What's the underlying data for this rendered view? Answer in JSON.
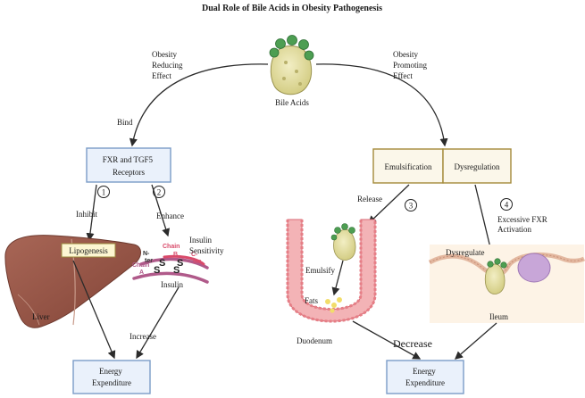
{
  "title": "Dual Role of Bile Acids in Obesity Pathogenesis",
  "bile_acids": "Bile Acids",
  "left_effect": [
    "Obesity",
    "Reducing",
    "Effect"
  ],
  "right_effect": [
    "Obesity",
    "Promoting",
    "Effect"
  ],
  "bind": "Bind",
  "receptors": [
    "FXR and TGF5",
    "Receptors"
  ],
  "step_numbers": [
    "1",
    "2",
    "3",
    "4"
  ],
  "inhibit": "Inhibit",
  "enhance": "Enhance",
  "lipogenesis": "Lipogenesis",
  "liver": "Liver",
  "insulin_sensitivity": [
    "Insulin",
    "Sensitivity"
  ],
  "insulin": "Insulin",
  "insulin_struct": {
    "chain_top": "Chain",
    "b": "B",
    "c": "C-",
    "ter": "ter",
    "n": "N-",
    "n_ter": "ter",
    "chain_a": "Chain",
    "a": "A",
    "s": "S"
  },
  "increase": "Increase",
  "energy_expenditure": [
    "Energy",
    "Expenditure"
  ],
  "emulsification": "Emulsification",
  "dysregulation": "Dysregulation",
  "release": "Release",
  "emulsify": "Emulsify",
  "fats": "Fats",
  "duodenum": "Duodenum",
  "decrease": "Decrease",
  "excessive_fxr": [
    "Excessive FXR",
    "Activation"
  ],
  "dysregulate": "Dysregulate",
  "ileum": "Ileum",
  "colors": {
    "blue_box_fill": "#eaf1fb",
    "blue_box_stroke": "#7a9cc8",
    "gold_box_stroke": "#a48a3a",
    "liver": "#9b5a4c",
    "intestine": "#e9888f",
    "bile_green": "#4d9e52",
    "bile_yellow": "#e2dc9c",
    "insulin_chain": "#b05a8a"
  }
}
